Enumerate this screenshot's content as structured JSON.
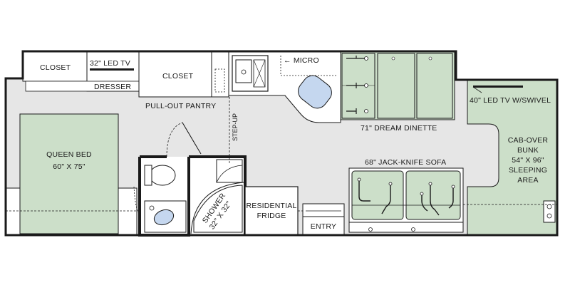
{
  "colors": {
    "wall": "#1a1a1a",
    "floor": "#e6e6e6",
    "furniture": "#ccdfc9",
    "fixture": "#c5d7ef",
    "white": "#ffffff"
  },
  "labels": {
    "closet_bedroom": "CLOSET",
    "led_tv_32": "32\" LED TV",
    "dresser": "DRESSER",
    "closet_mid": "CLOSET",
    "pullout_pantry": "PULL-OUT PANTRY",
    "micro": "← MICRO",
    "dinette": "71\" DREAM DINETTE",
    "led_tv_40": "40\" LED TV W/SWIVEL",
    "cabover_line1": "CAB-OVER",
    "cabover_line2": "BUNK",
    "cabover_line3": "54\" X 96\"",
    "cabover_line4": "SLEEPING",
    "cabover_line5": "AREA",
    "queen_line1": "QUEEN BED",
    "queen_line2": "60\" X 75\"",
    "step_up": "STEP-UP",
    "sofa": "68\" JACK-KNIFE SOFA",
    "shower_line1": "SHOWER",
    "shower_line2": "32\" X 32\"",
    "fridge_line1": "RESIDENTIAL",
    "fridge_line2": "FRIDGE",
    "entry": "ENTRY"
  }
}
